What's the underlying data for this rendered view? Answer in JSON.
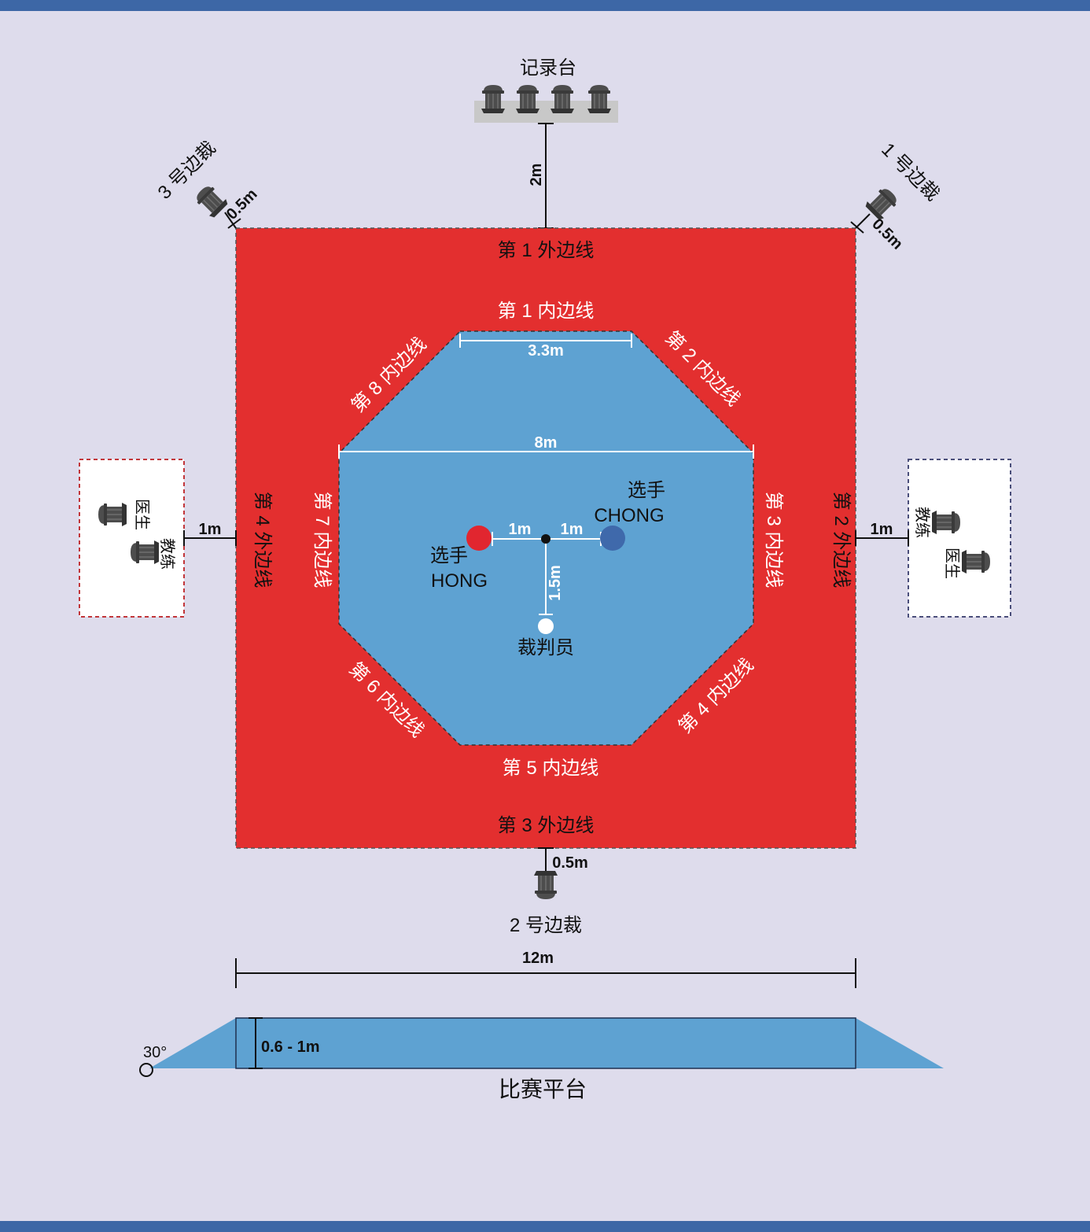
{
  "colors": {
    "background": "#dedcec",
    "frame_border": "#3d67a6",
    "outer_area": "#e32f2f",
    "inner_area": "#5ea2d2",
    "player_hong": "#e1262f",
    "player_chong": "#3f69ab",
    "referee": "#ffffff",
    "seat": "#4d4d4d",
    "table": "#c8c8c8"
  },
  "labels": {
    "record_table": "记录台",
    "judge_1": "1 号边裁",
    "judge_2": "2 号边裁",
    "judge_3": "3 号边裁",
    "outer_1": "第 1 外边线",
    "outer_2": "第 2 外边线",
    "outer_3": "第 3 外边线",
    "outer_4": "第 4 外边线",
    "inner_1": "第 1 内边线",
    "inner_2": "第 2 内边线",
    "inner_3": "第 3 内边线",
    "inner_4": "第 4 内边线",
    "inner_5": "第 5 内边线",
    "inner_6": "第 6 内边线",
    "inner_7": "第 7 内边线",
    "inner_8": "第 8 内边线",
    "player_label": "选手",
    "player_hong": "HONG",
    "player_chong": "CHONG",
    "referee": "裁判员",
    "doctor": "医生",
    "coach": "教练",
    "platform": "比赛平台"
  },
  "dimensions": {
    "record_distance": "2m",
    "judge_distance": "0.5m",
    "side_box_distance": "1m",
    "inner_top_width": "3.3m",
    "inner_width": "8m",
    "player_offset": "1m",
    "referee_offset": "1.5m",
    "mat_width": "12m",
    "platform_height": "0.6 - 1m",
    "slope_angle": "30°"
  },
  "icons": {
    "seat": "chair-icon",
    "table": "table-icon",
    "angle": "angle-circle-icon"
  }
}
